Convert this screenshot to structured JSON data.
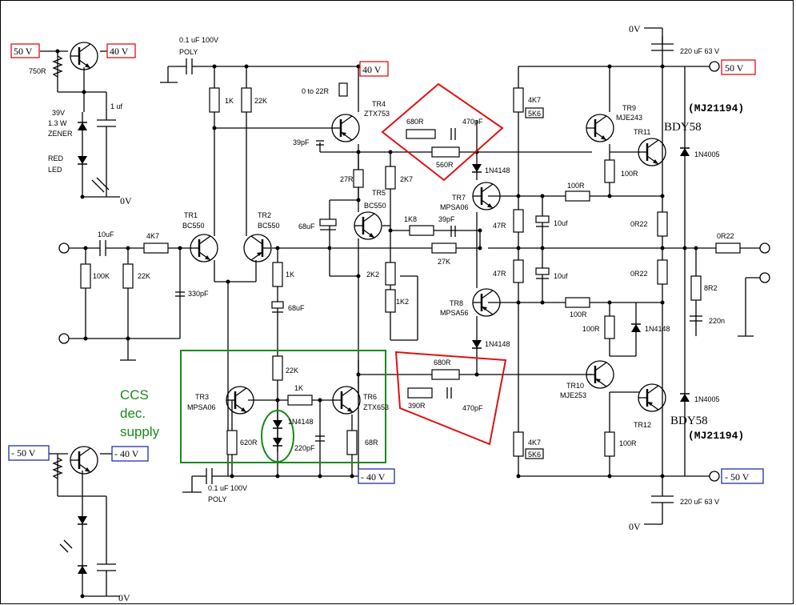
{
  "supply": {
    "in_pos": "50 V",
    "out_pos": "40 V",
    "r_750": "750R",
    "c_1uf": "1 uf",
    "zener": [
      "39V",
      "1.3 W",
      "ZENER"
    ],
    "led": [
      "RED",
      "LED"
    ],
    "gnd_top": "0V",
    "in_neg": "- 50 V",
    "out_neg": "- 40 V",
    "gnd_bot": "0V"
  },
  "rails": {
    "pos40": "40 V",
    "neg40": "- 40 V",
    "pos50": "50 V",
    "neg50": "- 50 V",
    "gnd_top": "0V",
    "gnd_bot": "0V",
    "cap_top": "220 uF 63 V",
    "cap_bot": "220 uF 63 V",
    "poly_top": [
      "0.1 uF 100V",
      "POLY"
    ],
    "poly_bot": [
      "0.1 uF 100V",
      "POLY"
    ]
  },
  "input": {
    "c_in": "10uF",
    "r_4k7": "4K7",
    "r_100k": "100K",
    "r_22k": "22K",
    "c_330p": "330pF"
  },
  "diffpair": {
    "tr1": [
      "TR1",
      "BC550"
    ],
    "tr2": [
      "TR2",
      "BC550"
    ],
    "r_1k_a": "1K",
    "r_22k_a": "22K",
    "r_1k_b": "1K",
    "c_68uf": "68uF"
  },
  "ccs": {
    "title": [
      "CCS",
      "dec.",
      "supply"
    ],
    "tr3": [
      "TR3",
      "MPSA06"
    ],
    "tr6": [
      "TR6",
      "ZTX653"
    ],
    "r_22k": "22K",
    "r_1k": "1K",
    "r_620r": "620R",
    "r_68r": "68R",
    "diode": "1N4148",
    "c_220p": "220pF"
  },
  "vas": {
    "tr4": [
      "TR4",
      "ZTX753"
    ],
    "tr5": [
      "TR5",
      "BC550"
    ],
    "adj": "0 to 22R",
    "c_39p": "39pF",
    "r_27r": "27R",
    "c_68uf": "68uF",
    "r_2k7": "2K7",
    "r_1k8": "1K8",
    "c_39p_b": "39pF",
    "r_27k": "27K",
    "r_2k2": "2K2",
    "r_1k2": "1K2"
  },
  "comp": {
    "top": [
      "680R",
      "470pF",
      "560R"
    ],
    "bot": [
      "680R",
      "390R",
      "470pF"
    ]
  },
  "driver": {
    "tr7": [
      "TR7",
      "MPSA06"
    ],
    "tr8": [
      "TR8",
      "MPSA56"
    ],
    "d_top": "1N4148",
    "d_bot": "1N4148",
    "r_47r_a": "47R",
    "r_47r_b": "47R",
    "r_4k7_a": [
      "4K7",
      "5K6"
    ],
    "r_4k7_b": [
      "4K7",
      "5K6"
    ],
    "r_100r_a": "100R",
    "r_100r_b": "100R",
    "r_100r_c": "100R",
    "c_10uf_a": "10uf",
    "c_10uf_b": "10uf"
  },
  "output": {
    "tr9": [
      "TR9",
      "MJE243"
    ],
    "tr10": [
      "TR10",
      "MJE253"
    ],
    "tr11": "TR11",
    "tr12": "TR12",
    "bdy_top": "BDY58",
    "bdy_bot": "BDY58",
    "mj_top": "(MJ21194)",
    "mj_bot": "(MJ21194)",
    "r_100r_top": "100R",
    "r_100r_bot": "100R",
    "r_0r22_a": "0R22",
    "r_0r22_b": "0R22",
    "r_0r22_out": "0R22",
    "d_1n4005_a": "1N4005",
    "d_1n4005_b": "1N4005",
    "r_8r2": "8R2",
    "c_220n": "220n",
    "d_1n4148": "1N4148"
  }
}
